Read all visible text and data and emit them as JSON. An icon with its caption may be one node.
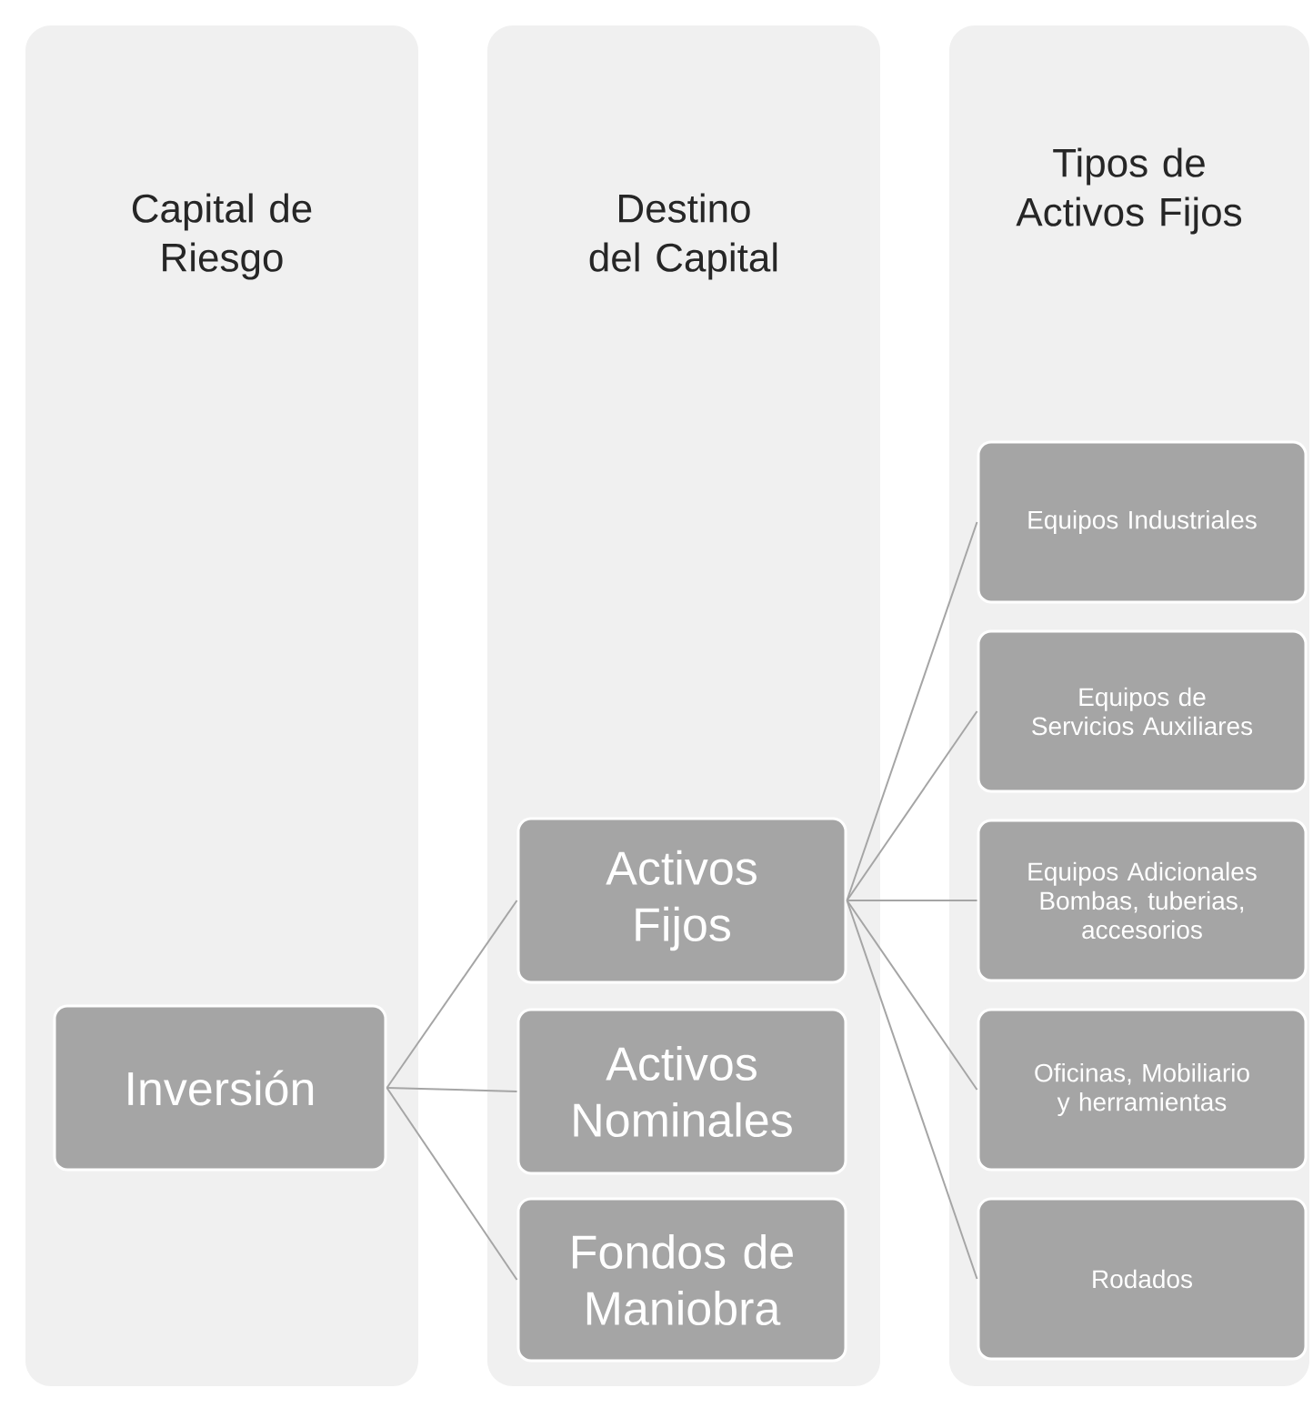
{
  "diagram": {
    "nodes": [
      {
        "text": [
          "Capital de Riesgo"
        ]
      },
      {
        "text": [
          "Destino del Capital"
        ]
      },
      {
        "text": [
          "Tipos de Activos Fijos"
        ]
      },
      {
        "text": [
          "Inversión"
        ],
        "in": 0
      },
      {
        "text": [
          "Activos Fijos"
        ],
        "in": 1
      },
      {
        "text": [
          "Activos Nominales"
        ],
        "in": 1
      },
      {
        "text": [
          "Fondos de Maniobra"
        ],
        "in": 1
      },
      {
        "text": [
          "Equipos Industriales"
        ],
        "in": 2
      },
      {
        "text": [
          "Equipos de Servicios Auxiliares"
        ],
        "in": 2
      },
      {
        "text": [
          "Equipos Adicionales Bombas, tuberias, accesorios"
        ],
        "in": 2
      },
      {
        "text": [
          "Oficinas, Mobiliario y herramientas"
        ],
        "in": 2
      },
      {
        "text": [
          "Rodados"
        ],
        "in": 2
      }
    ],
    "edges": [
      {
        "from": 3,
        "to": 4,
        "arrow": "none"
      },
      {
        "from": 3,
        "to": 5,
        "arrow": "none"
      },
      {
        "from": 3,
        "to": 6,
        "arrow": "none"
      },
      {
        "from": 4,
        "to": 7,
        "arrow": "none"
      },
      {
        "from": 4,
        "to": 8,
        "arrow": "none"
      },
      {
        "from": 4,
        "to": 9,
        "arrow": "none"
      },
      {
        "from": 4,
        "to": 10,
        "arrow": "none"
      },
      {
        "from": 4,
        "to": 11,
        "arrow": "none"
      }
    ]
  }
}
